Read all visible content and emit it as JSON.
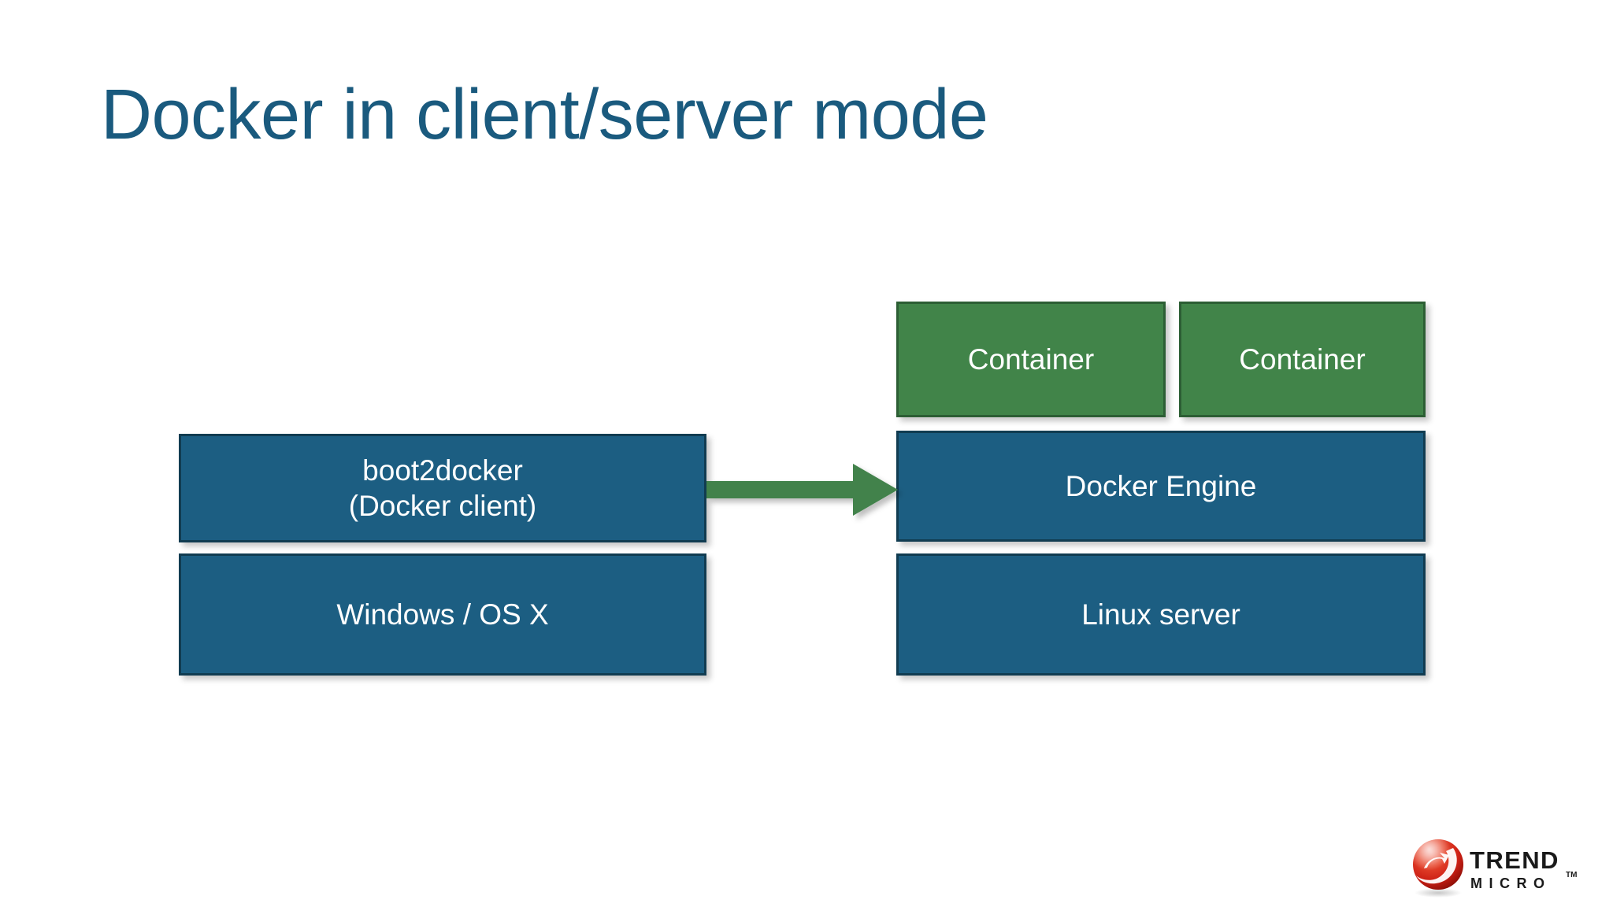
{
  "slide": {
    "title": "Docker in client/server mode",
    "background_color": "#ffffff",
    "title_color": "#1a5a7e"
  },
  "palette": {
    "blue_fill": "#1c5e82",
    "blue_border": "#113c51",
    "green_fill": "#418449",
    "green_border": "#2c5e34",
    "arrow_color": "#42824b",
    "node_text_color": "#ffffff",
    "logo_red": "#e23423",
    "logo_text": "#1a1a1a"
  },
  "diagram": {
    "client_side": {
      "client_box": {
        "label_line_1": "boot2docker",
        "label_line_2": "(Docker client)",
        "fill": "#1c5e82"
      },
      "host_box": {
        "label": "Windows / OS X",
        "fill": "#1c5e82"
      }
    },
    "server_side": {
      "containers": [
        {
          "label": "Container",
          "fill": "#418449"
        },
        {
          "label": "Container",
          "fill": "#418449"
        }
      ],
      "engine_box": {
        "label": "Docker Engine",
        "fill": "#1c5e82"
      },
      "host_box": {
        "label": "Linux server",
        "fill": "#1c5e82"
      }
    },
    "connector": {
      "icon": "right-arrow-icon",
      "color": "#42824b",
      "from": "boot2docker (Docker client)",
      "to": "Docker Engine"
    }
  },
  "branding": {
    "logo_icon": "trend-micro-logo-icon",
    "name_line_1": "TREND",
    "name_line_2": "MICRO",
    "trademark": "™"
  }
}
